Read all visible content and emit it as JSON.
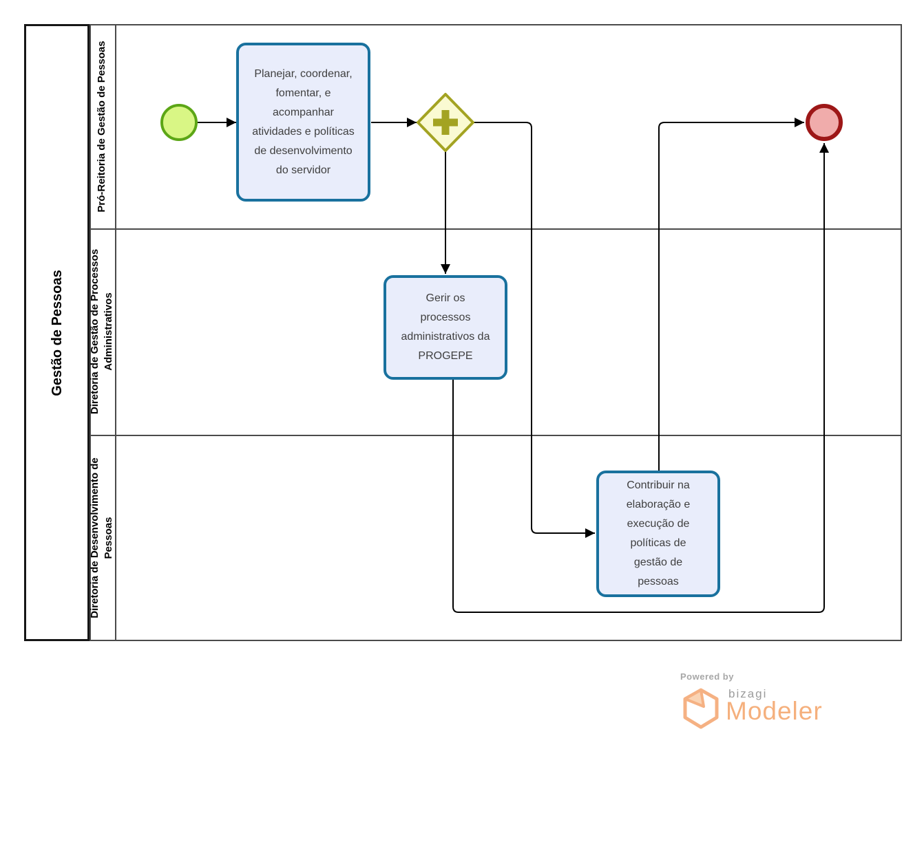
{
  "pool": {
    "label": "Gestão de Pessoas"
  },
  "lanes": [
    {
      "label": "Pró-Reitoria de Gestão de Pessoas"
    },
    {
      "label": "Diretoria de Gestão de Processos Administrativos"
    },
    {
      "label": "Diretoria de Desenvolvimento de Pessoas"
    }
  ],
  "nodes": {
    "start_event": {
      "type": "start-event"
    },
    "task_planejar": {
      "label": "Planejar, coordenar, fomentar, e acompanhar atividades e políticas de desenvolvimento do servidor"
    },
    "gateway": {
      "type": "parallel-gateway",
      "icon": "plus-icon"
    },
    "task_gerir": {
      "label": "Gerir os processos administrativos da PROGEPE"
    },
    "task_contribuir": {
      "label": "Contribuir na elaboração e execução de políticas de gestão de pessoas"
    },
    "end_event": {
      "type": "end-event"
    }
  },
  "branding": {
    "powered_by": "Powered by",
    "brand": "bizagi",
    "product": "Modeler"
  },
  "colors": {
    "task_fill": "#E9EDFB",
    "task_border": "#19719E",
    "start_fill": "#D9F685",
    "start_border": "#5CA616",
    "end_fill": "#F0ACAB",
    "end_border": "#9D1717",
    "gateway_fill": "#FAFAD2",
    "gateway_border": "#A3A322",
    "lane_border": "#4A4A4A",
    "flow": "#000000",
    "brand_orange": "#F5B07D",
    "brand_gray": "#9B9B9B"
  }
}
